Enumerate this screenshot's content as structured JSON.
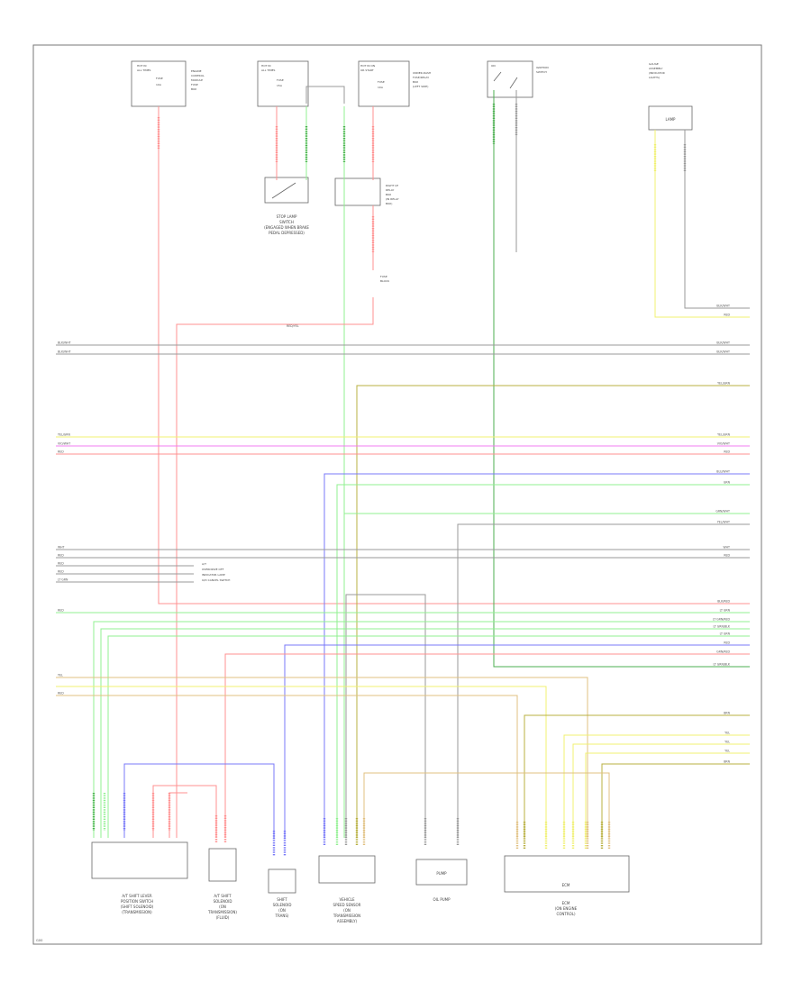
{
  "footer_id": "G00",
  "component_captions": {
    "stop_lamp_switch": [
      "STOP LAMP",
      "SWITCH",
      "(ENGAGED WHEN BRAKE",
      "PEDAL DEPRESSED)"
    ],
    "relay_right": [
      "RIGHT I/P",
      "RELAY",
      "BOX",
      "(IN RELAY",
      "BOX)"
    ],
    "fuse_block": [
      "FUSE",
      "BLOCK"
    ],
    "left_bottom": [
      "A/T SHIFT LEVER",
      "POSITION SWITCH",
      "(SHIFT SOLENOID)",
      "(TRANSMISSION)"
    ],
    "solenoid_left": [
      "A/T SHIFT",
      "SOLENOID",
      "(ON",
      "TRANSMISSION)",
      "(FLUID)"
    ],
    "solenoid_right": [
      "SHIFT",
      "SOLENOID",
      "(ON",
      "TRANS)"
    ],
    "sensor_center": [
      "VEHICLE",
      "SPEED SENSOR",
      "(ON",
      "TRANSMISSION",
      "ASSEMBLY)"
    ],
    "oil_pump": [
      "OIL PUMP"
    ],
    "ecm": [
      "ECM",
      "(ON ENGINE",
      "CONTROL)"
    ]
  },
  "legend_labels": [
    "A/T",
    "OVERDRIVE OFF",
    "INDICATOR LAMP",
    "O/D CANCEL SWITCH"
  ],
  "ecm_box_label": "ECM",
  "oil_pump_box_label": "PUMP",
  "top_right_box_label": "LAMP",
  "wire_labels_left": [
    "BLK/WHT",
    "BLK/WHT",
    "YEL/GRN",
    "VIO/WHT",
    "RED",
    "WHT",
    "RED",
    "RED",
    "RED",
    "LT GRN",
    "RED",
    "YEL",
    "RED"
  ],
  "wire_labels_right": [
    "BLK/WHT",
    "RED",
    "BLK/WHT",
    "BLK/WHT",
    "YEL/GRN",
    "YEL/GRN",
    "VIO/WHT",
    "RED",
    "BLU/WHT",
    "GRN",
    "GRN/WHT",
    "YEL/WHT",
    "WHT",
    "RED",
    "BLK/RED",
    "LT GRN",
    "LT GRN/RED",
    "LT GRN/BLK",
    "LT GRN",
    "RED",
    "GRN/RED",
    "LT GRN/BLK",
    "BRN",
    "YEL",
    "YEL",
    "YEL",
    "BRN"
  ],
  "red_wire_label": "RED/YEL",
  "colors": {
    "red": "#ff9090",
    "green": "#90f090",
    "dgreen": "#4caf50",
    "yellow": "#f0f070",
    "violet": "#f07cf0",
    "blue": "#7878f8",
    "gray": "#9a9a9a",
    "olive": "#b8b040",
    "tan": "#e0c080",
    "cyan": "#a0e0e0"
  }
}
